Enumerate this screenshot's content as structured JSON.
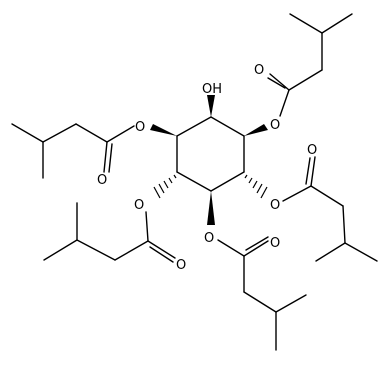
{
  "molecule": {
    "atom_labels": {
      "hydroxyl": "OH",
      "ester_oxygen": "O",
      "carbonyl_oxygen": "O"
    },
    "colors": {
      "ink": "#000000",
      "background": "#ffffff"
    }
  }
}
